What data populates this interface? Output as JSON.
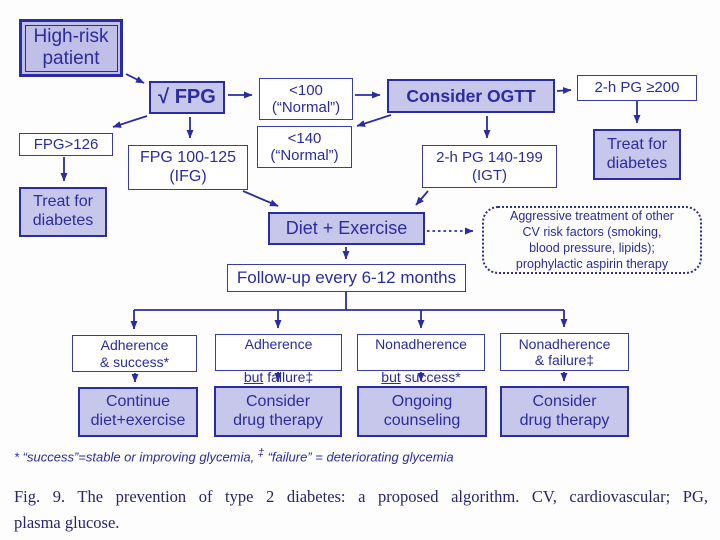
{
  "diagram": {
    "nodes": {
      "high_risk": "High-risk\npatient",
      "fpg": "√ FPG",
      "lt100": "<100\n(“Normal”)",
      "lt140": "<140\n(“Normal”)",
      "consider_ogtt": "Consider OGTT",
      "pg_ge200": "2-h PG ≥200",
      "treat_right": "Treat for\ndiabetes",
      "fpg_gt126": "FPG>126",
      "ifg": "FPG 100-125\n(IFG)",
      "igt": "2-h PG 140-199\n(IGT)",
      "treat_left": "Treat for\ndiabetes",
      "diet_exercise": "Diet + Exercise",
      "aggressive": "Aggressive treatment of other\nCV risk factors (smoking,\nblood pressure, lipids);\nprophylactic aspirin therapy",
      "followup": "Follow-up every 6-12 months",
      "adherence_success": "Adherence\n& success*",
      "adherence_failure": {
        "line1": "Adherence",
        "but": "but",
        "rest": " failure‡"
      },
      "nonadherence_success": {
        "line1": "Nonadherence",
        "but": "but",
        "rest": " success*"
      },
      "nonadherence_failure": "Nonadherence\n& failure‡",
      "continue_diet": "Continue\ndiet+exercise",
      "consider_drug_1": "Consider\ndrug therapy",
      "ongoing_counseling": "Ongoing\ncounseling",
      "consider_drug_2": "Consider\ndrug therapy"
    },
    "footnote": {
      "p1": "* “success”=stable or improving glycemia, ",
      "dagger": "‡",
      "p2": " “failure” = deteriorating glycemia"
    },
    "caption": {
      "line1": "Fig. 9. The prevention of type 2 diabetes: a proposed algorithm. CV, cardiovascular; PG,",
      "line2": "plasma glucose."
    },
    "colors": {
      "ink": "#2b2ba3",
      "box_fill": "#c7c7ec",
      "paper": "#fdfdfd"
    }
  }
}
